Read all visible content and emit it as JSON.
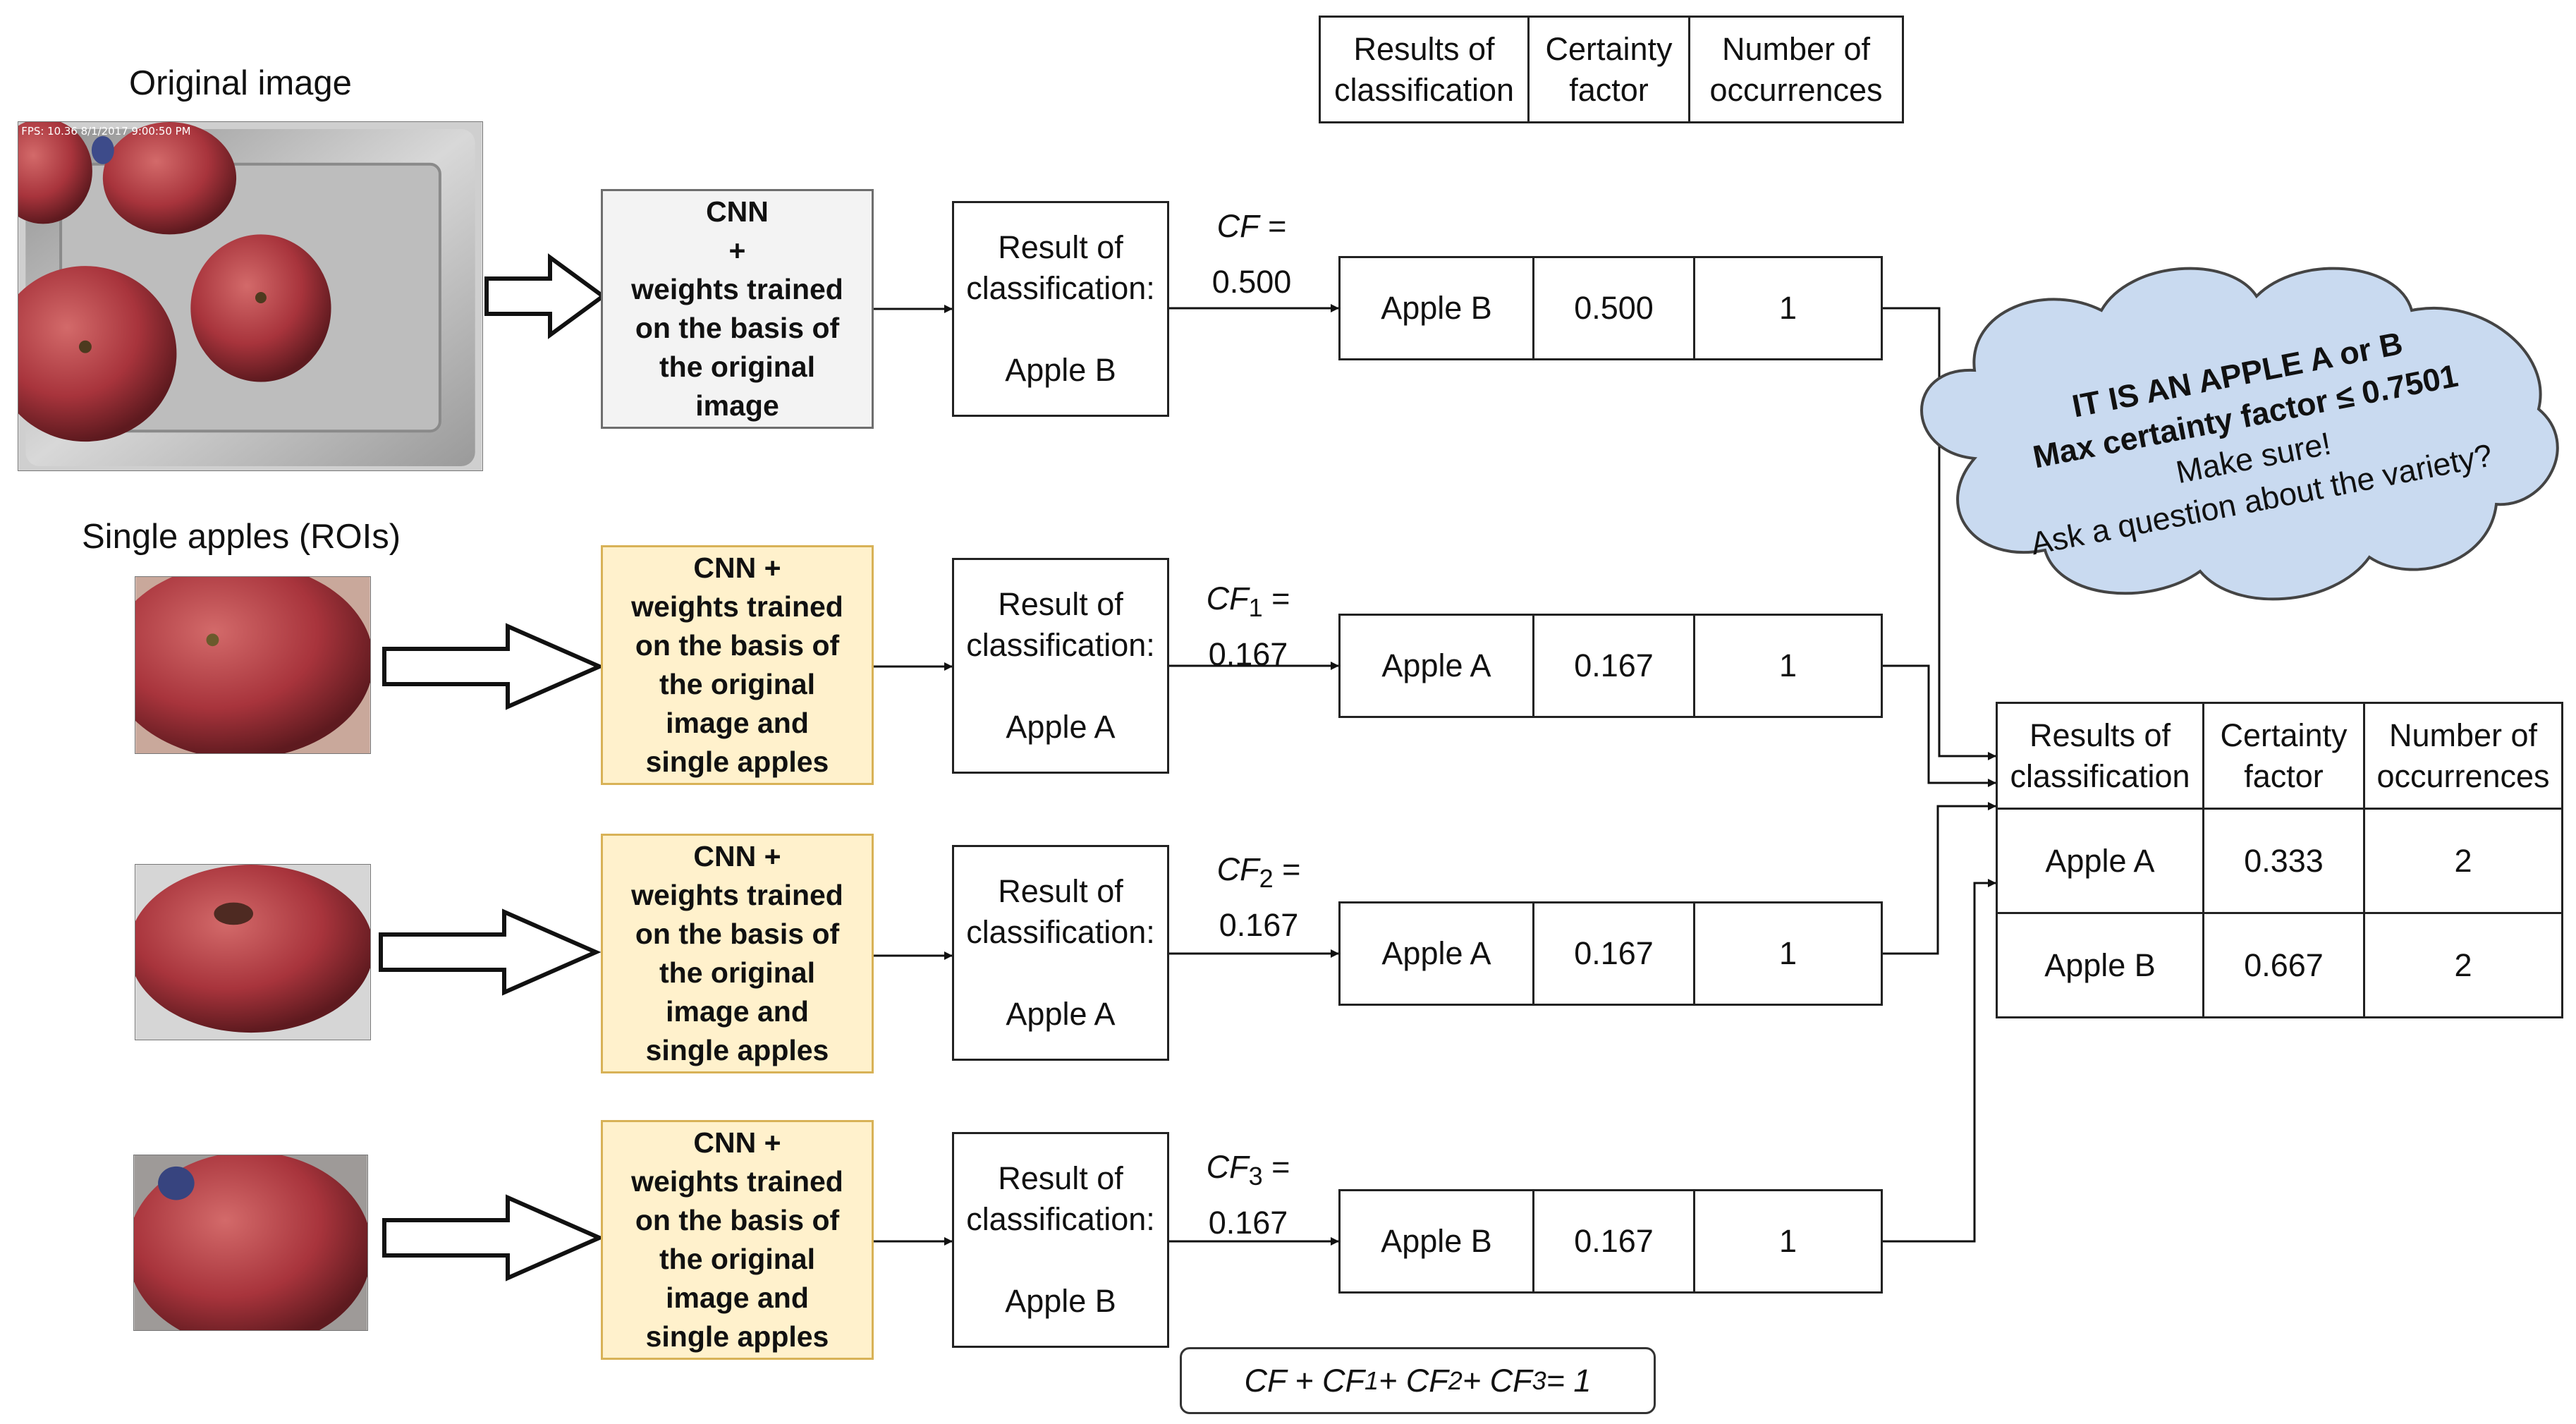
{
  "captions": {
    "original_image": "Original image",
    "single_apples": "Single apples (ROIs)"
  },
  "photo_overlay_text": "FPS: 10.36 8/1/2017 9:00:50 PM",
  "table_headers": {
    "results": "Results of classification",
    "certainty": "Certainty factor",
    "occurrences": "Number of occurrences"
  },
  "rows": [
    {
      "cnn_text": "CNN\n+\nweights trained\non the basis of\nthe original\nimage",
      "result_line1": "Result of",
      "result_line2": "classification:",
      "result_value": "Apple B",
      "cf_name": "CF",
      "cf_sub": "",
      "cf_eq": " =",
      "cf_value": "0.500",
      "table_class": "Apple B",
      "table_cf": "0.500",
      "table_occ": "1"
    },
    {
      "cnn_text": "CNN +\nweights trained\non the basis of\nthe original\nimage and\nsingle apples",
      "result_line1": "Result of",
      "result_line2": "classification:",
      "result_value": "Apple A",
      "cf_name": "CF",
      "cf_sub": "1",
      "cf_eq": " =",
      "cf_value": "0.167",
      "table_class": "Apple A",
      "table_cf": "0.167",
      "table_occ": "1"
    },
    {
      "cnn_text": "CNN +\nweights trained\non the basis of\nthe original\nimage and\nsingle apples",
      "result_line1": "Result of",
      "result_line2": "classification:",
      "result_value": "Apple A",
      "cf_name": "CF",
      "cf_sub": "2",
      "cf_eq": " =",
      "cf_value": "0.167",
      "table_class": "Apple A",
      "table_cf": "0.167",
      "table_occ": "1"
    },
    {
      "cnn_text": "CNN +\nweights trained\non the basis of\nthe original\nimage and\nsingle apples",
      "result_line1": "Result of",
      "result_line2": "classification:",
      "result_value": "Apple B",
      "cf_name": "CF",
      "cf_sub": "3",
      "cf_eq": " =",
      "cf_value": "0.167",
      "table_class": "Apple B",
      "table_cf": "0.167",
      "table_occ": "1"
    }
  ],
  "cloud": {
    "line1": "IT IS AN APPLE A or B",
    "line2": "Max certainty factor ≤ 0.7501",
    "line3": "Make sure!",
    "line4": "Ask a question about the variety?"
  },
  "final_table": {
    "rows": [
      {
        "class": "Apple A",
        "cf": "0.333",
        "occ": "2"
      },
      {
        "class": "Apple B",
        "cf": "0.667",
        "occ": "2"
      }
    ]
  },
  "sum_formula": {
    "t0": "CF + CF",
    "s1": "1",
    "t1": " + CF",
    "s2": "2",
    "t2": " + CF",
    "s3": "3",
    "t3": " = 1"
  },
  "colors": {
    "cnn_grey_fill": "#f3f3f3",
    "cnn_yellow_fill": "#fff1cc",
    "cloud_fill": "#c9daf0",
    "apple_red": "#a8343c",
    "tray_silver": "#b9b9b9"
  }
}
